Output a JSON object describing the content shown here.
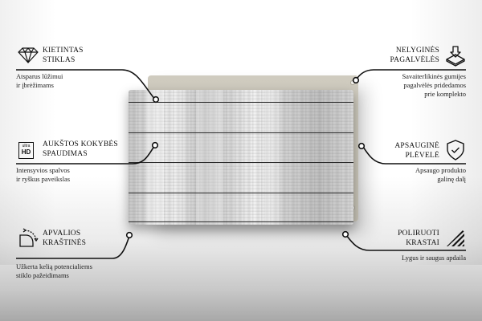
{
  "features": [
    {
      "id": "hardened-glass",
      "side": "left",
      "title_lines": [
        "KIETINTAS",
        "STIKLAS"
      ],
      "desc_lines": [
        "Atsparus lūžimui",
        "ir įbrėžimams"
      ],
      "icon": "diamond-icon"
    },
    {
      "id": "print-quality",
      "side": "left",
      "title_lines": [
        "AUKŠTOS KOKYBĖS",
        "SPAUDIMAS"
      ],
      "desc_lines": [
        "Intensyvios spalvos",
        "ir ryškus paveikslas"
      ],
      "icon": "ultra-hd-icon",
      "icon_text": {
        "top": "ultra",
        "bottom": "HD"
      }
    },
    {
      "id": "rounded-edges",
      "side": "left",
      "title_lines": [
        "APVALIOS",
        "KRAŠTINĖS"
      ],
      "desc_lines": [
        "Užkerta kelią potencialiems",
        "stiklo pažeidimams"
      ],
      "icon": "rounded-corner-icon"
    },
    {
      "id": "pads",
      "side": "right",
      "title_lines": [
        "NELYGINĖS",
        "PAGALVĖLĖS"
      ],
      "desc_lines": [
        "Savaiterlikinės gumijes",
        "pagalvėlės pridedamos",
        "prie komplekto"
      ],
      "icon": "pad-press-icon"
    },
    {
      "id": "protective-film",
      "side": "right",
      "title_lines": [
        "APSAUGINĖ",
        "PLĖVELĖ"
      ],
      "desc_lines": [
        "Apsaugo produkto",
        "galinę dalį"
      ],
      "icon": "shield-check-icon"
    },
    {
      "id": "polished-edges",
      "side": "right",
      "title_lines": [
        "POLIRUOTI",
        "KRASTAI"
      ],
      "desc_lines": [
        "Lygus ir saugus apdaila"
      ],
      "icon": "polished-stripes-icon"
    }
  ],
  "product": {
    "description": "glass panel with white-washed wood plank print on beige back plate",
    "colors": {
      "back_plate": "#cbc7ba",
      "plank_line": "#2b2b2b"
    }
  },
  "colors": {
    "line": "#111111",
    "text": "#111111",
    "background_top": "#ffffff",
    "background_bottom": "#a8a8a8"
  }
}
